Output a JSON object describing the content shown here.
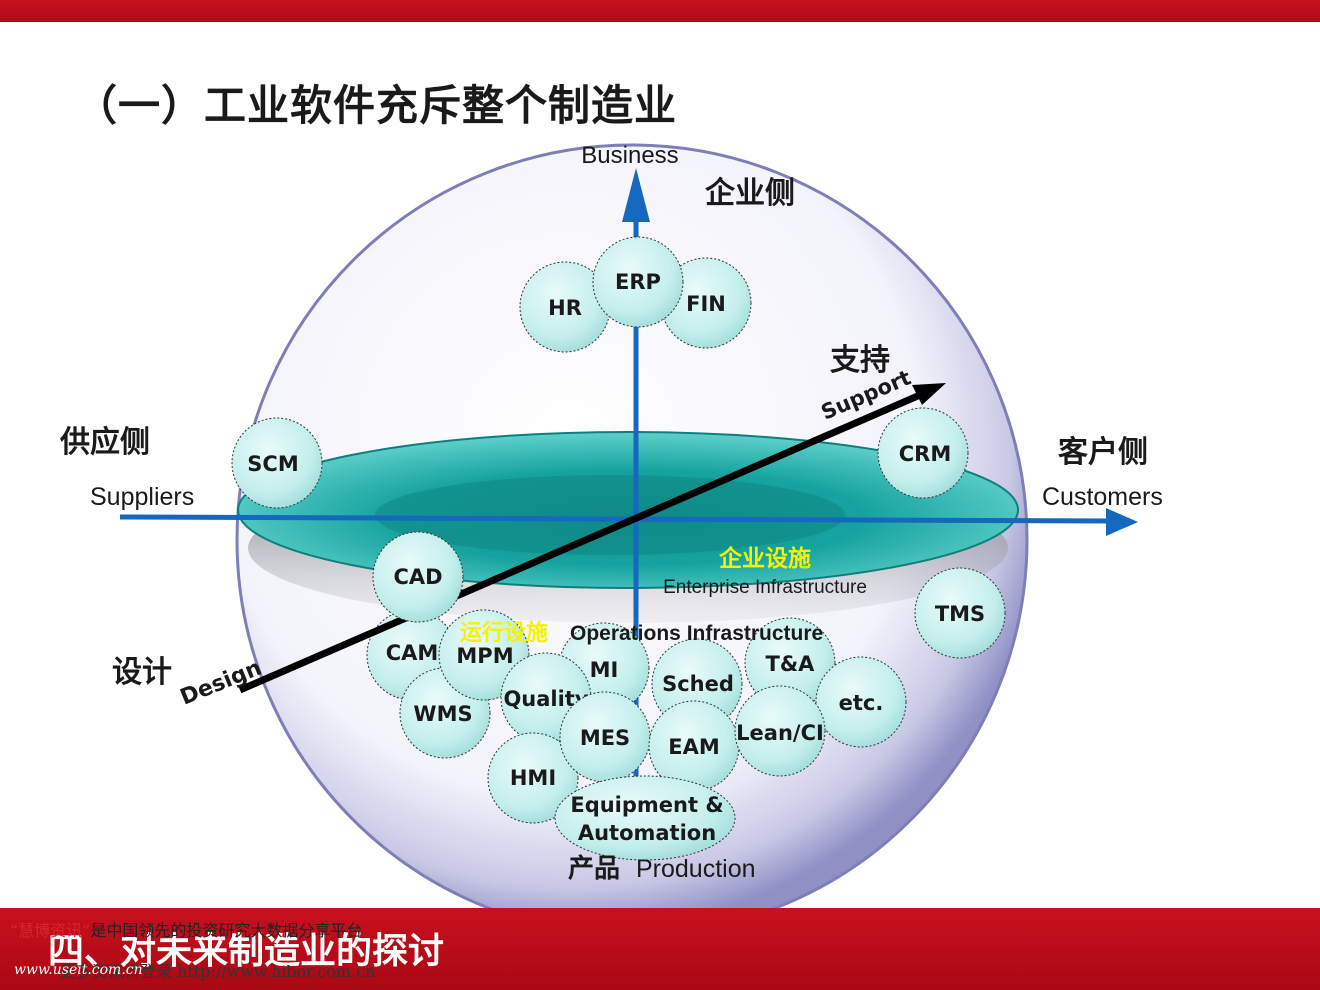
{
  "slide": {
    "title": "（一）工业软件充斥整个制造业",
    "section_title": "四、对未来制造业的探讨"
  },
  "axes": {
    "business": "Business",
    "enterprise_side": "企业侧",
    "support_cn": "支持",
    "support_en": "Support",
    "supply_side": "供应侧",
    "suppliers": "Suppliers",
    "customer_side": "客户侧",
    "customers": "Customers",
    "design_cn": "设计",
    "design_en": "Design",
    "product_cn": "产品",
    "production": "Production"
  },
  "layers": {
    "enterprise_cn": "企业设施",
    "enterprise_en": "Enterprise Infrastructure",
    "operations_cn": "运行设施",
    "operations_en": "Operations Infrastructure"
  },
  "nodes": {
    "hr": "HR",
    "erp": "ERP",
    "fin": "FIN",
    "scm": "SCM",
    "crm": "CRM",
    "cad": "CAD",
    "tms": "TMS",
    "cam": "CAM",
    "mpm": "MPM",
    "mi": "MI",
    "sched": "Sched",
    "ta": "T&A",
    "etc": "etc.",
    "wms": "WMS",
    "quality": "Quality",
    "mes": "MES",
    "eam": "EAM",
    "lean": "Lean/CI",
    "hmi": "HMI",
    "equip_1": "Equipment &",
    "equip_2": "Automation"
  },
  "watermark": {
    "brand": "“慧博资讯”",
    "text1": "是中国领先的投资研究大数据分享平台",
    "text2": "更多资讯请登录 http://www.hibor.com.cn",
    "site": "www.useit.com.cn"
  },
  "colors": {
    "brand_red": "#c8101e",
    "arrow_blue": "#1567c0",
    "disc_teal": "#1fa8a4",
    "bubble": "#c8f0ee",
    "highlight_yellow": "#f6f200"
  }
}
